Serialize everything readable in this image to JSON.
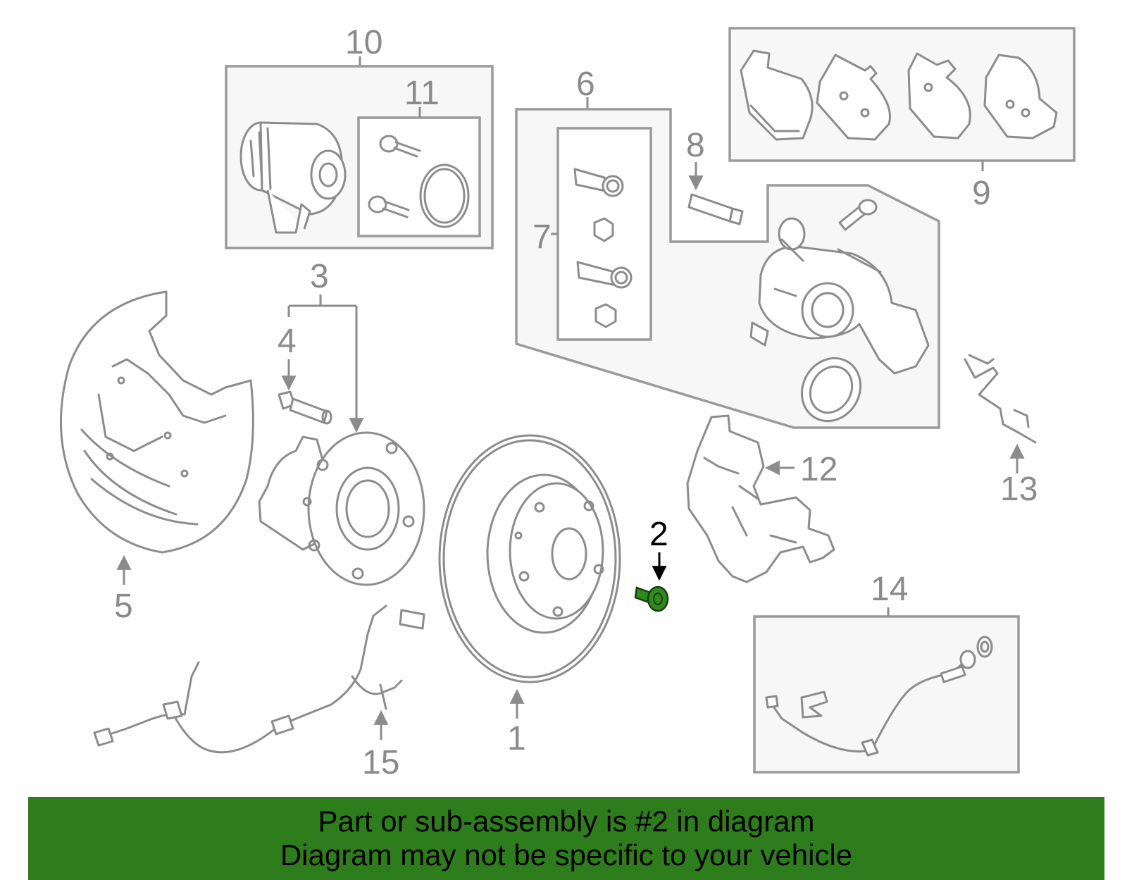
{
  "callouts": {
    "c1": "1",
    "c2": "2",
    "c3": "3",
    "c4": "4",
    "c5": "5",
    "c6": "6",
    "c7": "7",
    "c8": "8",
    "c9": "9",
    "c10": "10",
    "c11": "11",
    "c12": "12",
    "c13": "13",
    "c14": "14",
    "c15": "15"
  },
  "highlighted_part": "2",
  "colors": {
    "highlight": "#2e8b1e",
    "banner": "#2e7d1c",
    "line_art": "#8c8c8c"
  },
  "banner": {
    "line1": "Part or sub-assembly is #2 in diagram",
    "line2": "Diagram may not be specific to your vehicle"
  }
}
